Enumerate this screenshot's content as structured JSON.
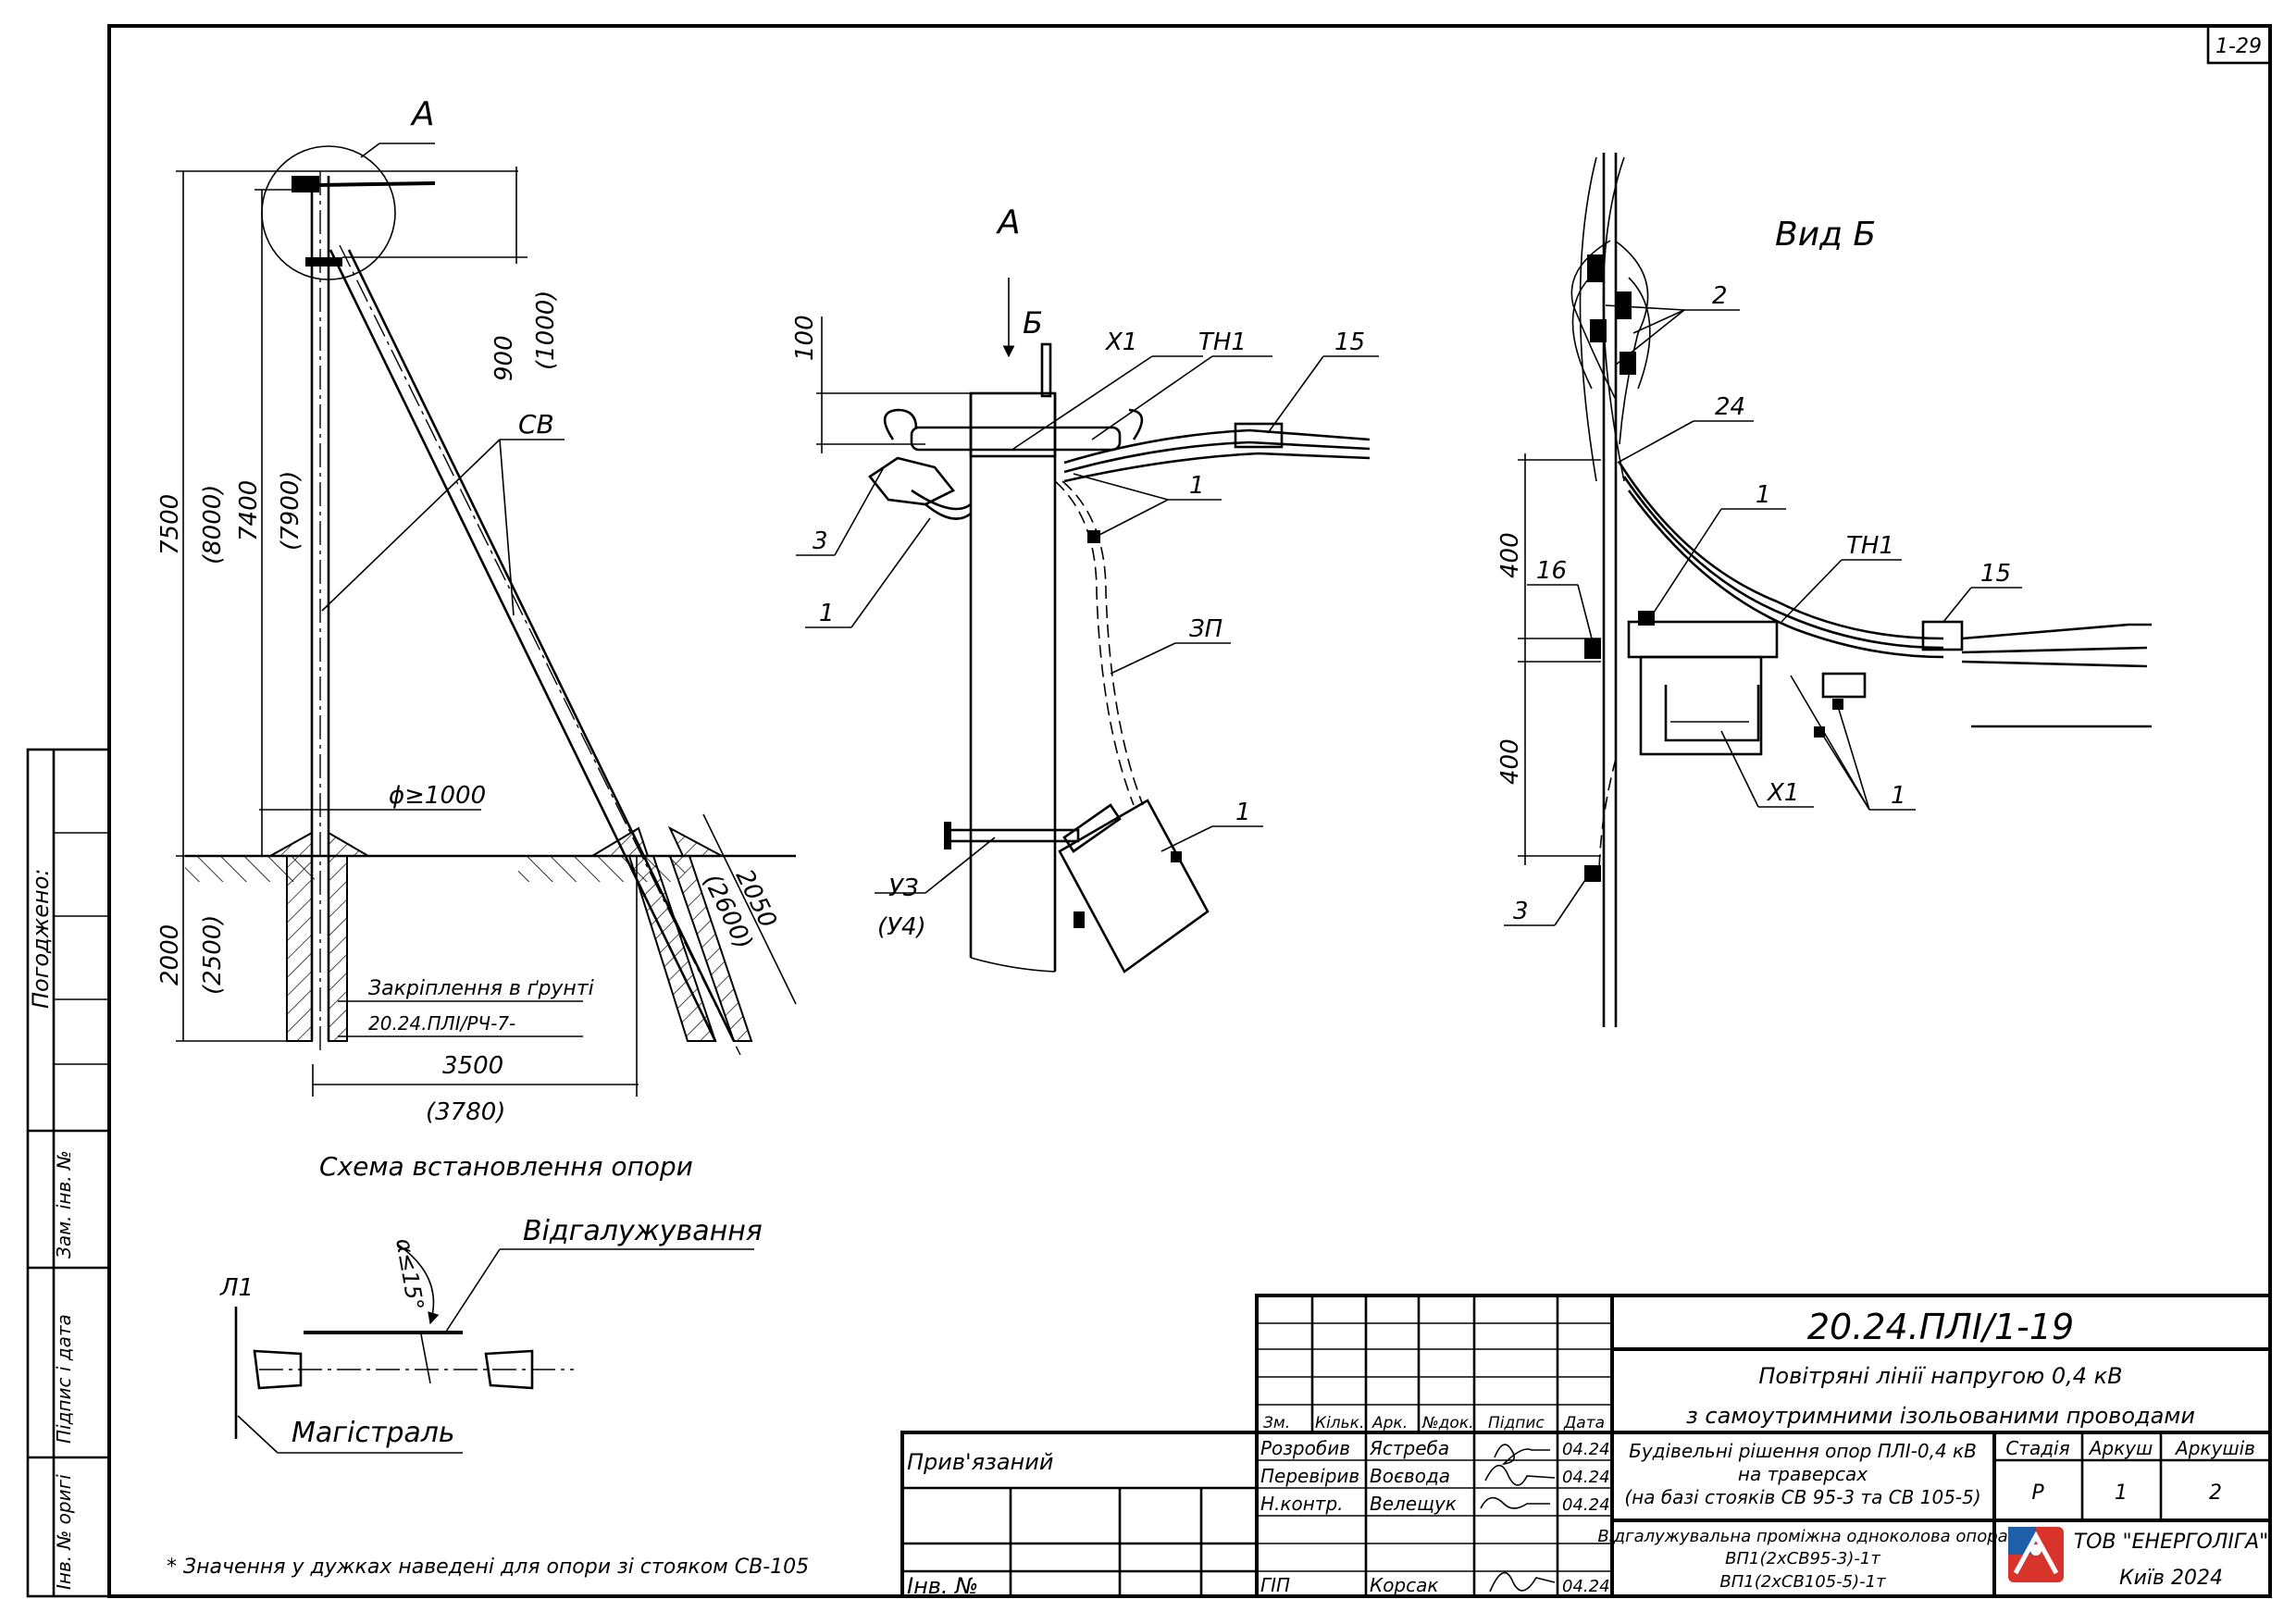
{
  "sheet": {
    "sheet_code": "1-29"
  },
  "view_a_label": "A",
  "scheme": {
    "detail_callout": "A",
    "pole_label": "СВ",
    "dim_total": "7500",
    "dim_total_alt": "(8000)",
    "dim_pole": "7400",
    "dim_pole_alt": "(7900)",
    "dim_top": "900",
    "dim_top_alt": "(1000)",
    "dim_ground": "2000",
    "dim_ground_alt": "(2500)",
    "dim_strut": "2050",
    "dim_strut_alt": "(2600)",
    "dim_base": "3500",
    "dim_base_alt": "(3780)",
    "diameter": "ϕ≥1000",
    "anchoring_label": "Закріплення в ґрунті",
    "anchoring_ref": "20.24.ПЛІ/РЧ-7-",
    "caption": "Схема встановлення опори",
    "asterisk": "*"
  },
  "detail_a": {
    "view_arrow": "Б",
    "dim_100": "100",
    "callouts": [
      "Х1",
      "ТН1",
      "15",
      "1",
      "3",
      "1",
      "ЗП",
      "1"
    ],
    "clamp_label": "УЗ",
    "clamp_label_alt": "(У4)"
  },
  "view_b": {
    "title": "Вид Б",
    "callouts": [
      "2",
      "24",
      "1",
      "ТН1",
      "15",
      "16",
      "Х1",
      "1",
      "3"
    ],
    "dim_upper": "400",
    "dim_lower": "400"
  },
  "branch": {
    "title": "Відгалужування",
    "angle": "α≤15°",
    "line_label": "Л1",
    "main_label": "Магістраль"
  },
  "footnote": "* Значення у дужках наведені для опори зі стояком СВ-105",
  "side_stamp": {
    "agreed": "Погоджено:",
    "replaced_inv": "Зам. інв. №",
    "sign_date": "Підпис і дата",
    "orig_inv": "Інв. № оригі"
  },
  "title_block": {
    "doc_code": "20.24.ПЛІ/1-19",
    "title_line1": "Повітряні лінії напругою 0,4 кВ",
    "title_line2": "з самоутримними ізольованими проводами",
    "subject_line1": "Будівельні рішення опор ПЛІ-0,4 кВ",
    "subject_line2": "на траверсах",
    "subject_line3": "(на базі стояків СВ 95-3 та СВ 105-5)",
    "drawing_line1": "Відгалужувальна проміжна одноколова опора",
    "drawing_line2": "ВП1(2хСВ95-3)-1т",
    "drawing_line3": "ВП1(2хСВ105-5)-1т",
    "col_stage": "Стадія",
    "col_sheet": "Аркуш",
    "col_sheets": "Аркушів",
    "stage": "Р",
    "sheet": "1",
    "sheets": "2",
    "company": "ТОВ \"ЕНЕРГОЛІГА\"",
    "city_year": "Київ 2024",
    "headers": [
      "Зм.",
      "Кільк.",
      "Арк.",
      "№док.",
      "Підпис",
      "Дата"
    ],
    "people": [
      {
        "role": "Розробив",
        "name": "Ястреба",
        "date": "04.24"
      },
      {
        "role": "Перевірив",
        "name": "Воєвода",
        "date": "04.24"
      },
      {
        "role": "Н.контр.",
        "name": "Велещук",
        "date": "04.24"
      },
      {
        "role": "ГІП",
        "name": "Корсак",
        "date": "04.24"
      }
    ],
    "bound": "Прив'язаний",
    "inv_no": "Інв. №"
  }
}
